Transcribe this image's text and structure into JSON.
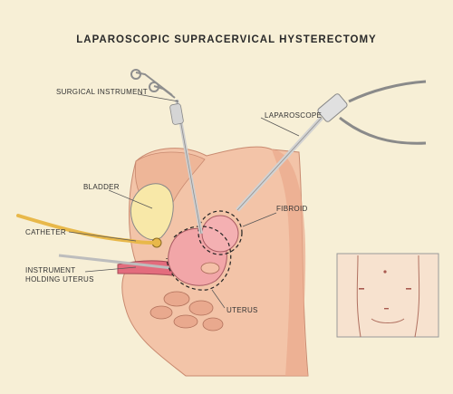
{
  "title": "LAPAROSCOPIC SUPRACERVICAL HYSTERECTOMY",
  "labels": {
    "surgical_instrument": "SURGICAL INSTRUMENT",
    "laparoscope": "LAPAROSCOPE",
    "bladder": "BLADDER",
    "fibroid": "FIBROID",
    "catheter": "CATHETER",
    "instrument_holding_uterus_line1": "INSTRUMENT",
    "instrument_holding_uterus_line2": "HOLDING UTERUS",
    "uterus": "UTERUS"
  },
  "colors": {
    "background": "#f7efd6",
    "tissue": "#f3b59a",
    "uterus": "#f2a6a8",
    "bladder": "#f7e7a8",
    "catheter": "#e8b84a",
    "instrument": "#c9c9c9",
    "cable": "#8a8a8a",
    "leader_line": "#555555"
  }
}
